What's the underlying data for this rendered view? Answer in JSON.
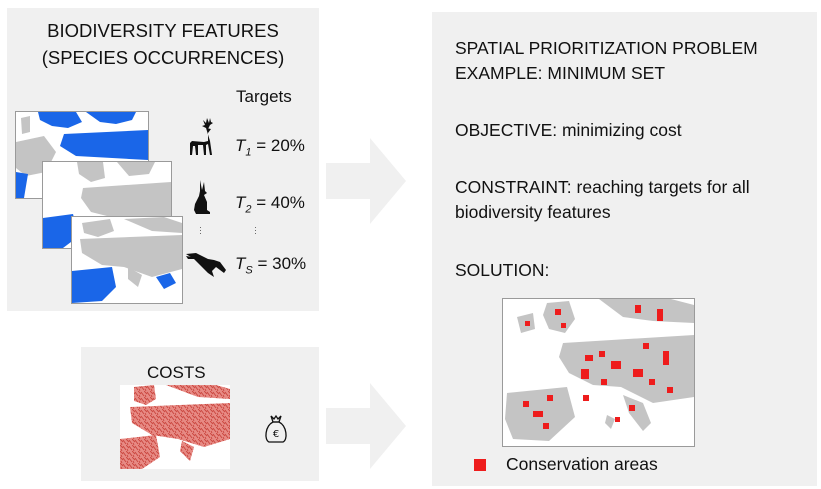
{
  "biodiversity": {
    "title_line1": "BIODIVERSITY FEATURES",
    "title_line2": "(SPECIES OCCURRENCES)",
    "targets_label": "Targets",
    "targets": [
      {
        "symbol": "T",
        "subscript": "1",
        "value": "= 20%",
        "icon": "deer-icon"
      },
      {
        "symbol": "T",
        "subscript": "2",
        "value": "= 40%",
        "icon": "rabbit-icon"
      },
      {
        "symbol": "T",
        "subscript": "S",
        "value": "= 30%",
        "icon": "eagle-icon"
      }
    ]
  },
  "costs": {
    "title": "COSTS",
    "icon": "money-bag-euro-icon",
    "currency_symbol": "€"
  },
  "problem": {
    "title_line1": "SPATIAL PRIORITIZATION PROBLEM",
    "title_line2": "EXAMPLE: MINIMUM SET",
    "objective": "OBJECTIVE:  minimizing cost",
    "constraint_line1": "CONSTRAINT: reaching targets for all",
    "constraint_line2": "biodiversity features",
    "solution": "SOLUTION:",
    "legend_label": "Conservation areas"
  },
  "colors": {
    "panel_bg": "#f0f0f0",
    "arrow": "#f0f0f0",
    "land": "#c4c4c4",
    "species_range": "#1a66e8",
    "cost_map": "#e0706a",
    "conservation_area": "#ee1c1c"
  }
}
